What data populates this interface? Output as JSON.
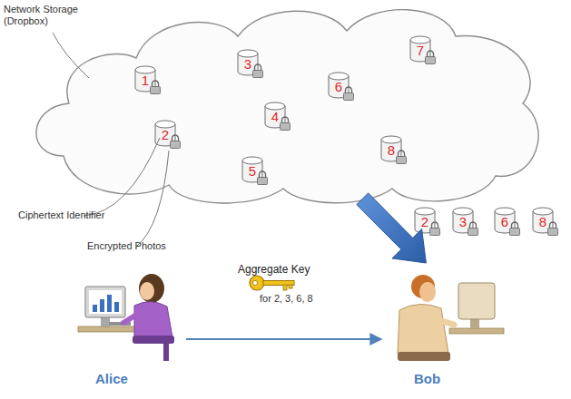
{
  "diagram": {
    "nodes": [
      {
        "text": [
          "Network Storage (Dropbox)"
        ]
      },
      {
        "text": [
          "1"
        ],
        "in": 0
      },
      {
        "text": [
          "2"
        ],
        "in": 0
      },
      {
        "text": [
          "3"
        ],
        "in": 0
      },
      {
        "text": [
          "4"
        ],
        "in": 0
      },
      {
        "text": [
          "5"
        ],
        "in": 0
      },
      {
        "text": [
          "6"
        ],
        "in": 0
      },
      {
        "text": [
          "7"
        ],
        "in": 0
      },
      {
        "text": [
          "8"
        ],
        "in": 0
      },
      {
        "text": [
          "2"
        ]
      },
      {
        "text": [
          "3"
        ]
      },
      {
        "text": [
          "6"
        ]
      },
      {
        "text": [
          "8"
        ]
      },
      {
        "text": [
          "Alice"
        ]
      },
      {
        "text": [
          "Bob"
        ]
      }
    ],
    "edges": [
      {
        "from": 0,
        "to": 14,
        "arrow": "to"
      },
      {
        "from": 13,
        "to": 14,
        "label": "Aggregate Key",
        "arrow": "to"
      }
    ],
    "labels": [
      "Ciphertext Identifier",
      "Encrypted Photos",
      "for 2, 3, 6, 8"
    ]
  }
}
